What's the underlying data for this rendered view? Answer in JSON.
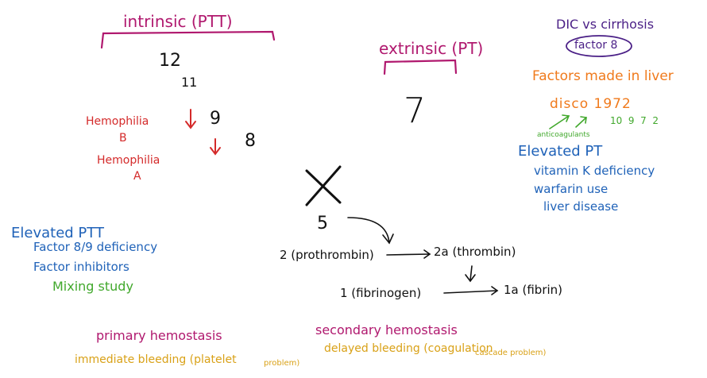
{
  "intrinsic": {
    "title": "intrinsic (PTT)",
    "factor_12": "12",
    "factor_11": "11",
    "factor_9": "9",
    "factor_8": "8"
  },
  "hemophilia_b": {
    "line1": "Hemophilia",
    "line2": "B"
  },
  "hemophilia_a": {
    "line1": "Hemophilia",
    "line2": "A"
  },
  "extrinsic": {
    "title": "extrinsic (PT)",
    "factor_7": "7"
  },
  "dic": {
    "title": "DIC vs cirrhosis",
    "factor8": "factor 8"
  },
  "liver": {
    "title": "Factors made in liver",
    "disco": "disco 1972",
    "digits": "10  9  7  2",
    "anticoag": "anticoagulants"
  },
  "elevated_pt": {
    "title": "Elevated PT",
    "items": [
      "vitamin K deficiency",
      "warfarin use",
      "liver disease"
    ]
  },
  "common": {
    "x_mark": "X",
    "factor_5": "5",
    "prothrombin": "2 (prothrombin)",
    "thrombin": "2a (thrombin)",
    "fibrinogen": "1 (fibrinogen)",
    "fibrin": "1a (fibrin)"
  },
  "elevated_ptt": {
    "title": "Elevated PTT",
    "items": [
      "Factor 8/9 deficiency",
      "Factor inhibitors"
    ],
    "mixing": "Mixing study"
  },
  "primary": {
    "title": "primary hemostasis",
    "sub1": "immediate bleeding (platelet",
    "sub2": "problem)"
  },
  "secondary": {
    "title": "secondary hemostasis",
    "sub1": "delayed bleeding (coagulation",
    "sub2": "cascade problem)"
  },
  "colors": {
    "magenta": "#b0186e",
    "red": "#d42a2a",
    "purple": "#4a1f86",
    "orange": "#f07a1c",
    "green": "#41a82c",
    "blue": "#1f62b8",
    "amber": "#d9a117",
    "black": "#111111"
  }
}
